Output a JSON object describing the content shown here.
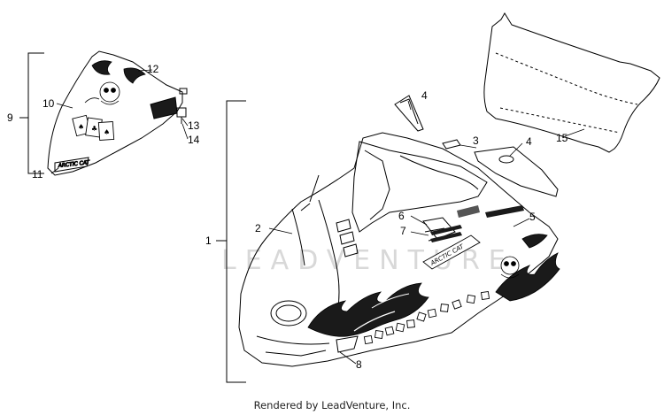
{
  "diagram": {
    "callouts": {
      "c1": "1",
      "c2": "2",
      "c3": "3",
      "c4a": "4",
      "c4b": "4",
      "c5": "5",
      "c6": "6",
      "c7": "7",
      "c8": "8",
      "c9": "9",
      "c10": "10",
      "c11": "11",
      "c12": "12",
      "c13": "13",
      "c14": "14",
      "c15": "15"
    },
    "watermark": "LEADVENTURE",
    "decal_text": "ARCTIC CAT"
  },
  "footer": {
    "text": "Rendered by LeadVenture, Inc."
  }
}
